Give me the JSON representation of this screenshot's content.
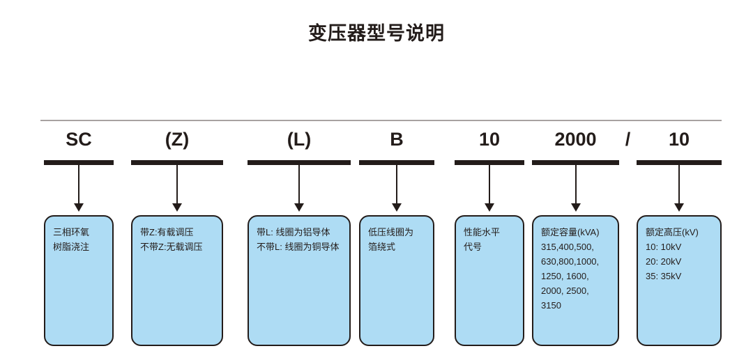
{
  "title": "变压器型号说明",
  "separator": "/",
  "colors": {
    "box_fill": "#aedcf4",
    "box_border": "#231c1a",
    "text": "#231c1a",
    "rule": "#a7a2a1"
  },
  "segments": [
    {
      "code": "SC",
      "lines": [
        "三相环氧",
        "树脂浇注"
      ]
    },
    {
      "code": "(Z)",
      "lines": [
        "带Z:有载调压",
        "不带Z:无载调压"
      ]
    },
    {
      "code": "(L)",
      "lines": [
        "带L: 线圈为铝导体",
        "不带L: 线圈为铜导体"
      ]
    },
    {
      "code": "B",
      "lines": [
        "低压线圈为",
        "箔绕式"
      ]
    },
    {
      "code": "10",
      "lines": [
        "性能水平",
        "代号"
      ]
    },
    {
      "code": "2000",
      "lines": [
        "额定容量(kVA)",
        "315,400,500,",
        "630,800,1000,",
        "1250, 1600,",
        "2000, 2500,",
        "3150"
      ]
    },
    {
      "code": "10",
      "lines": [
        "额定高压(kV)",
        "10: 10kV",
        "20: 20kV",
        "35: 35kV"
      ]
    }
  ]
}
